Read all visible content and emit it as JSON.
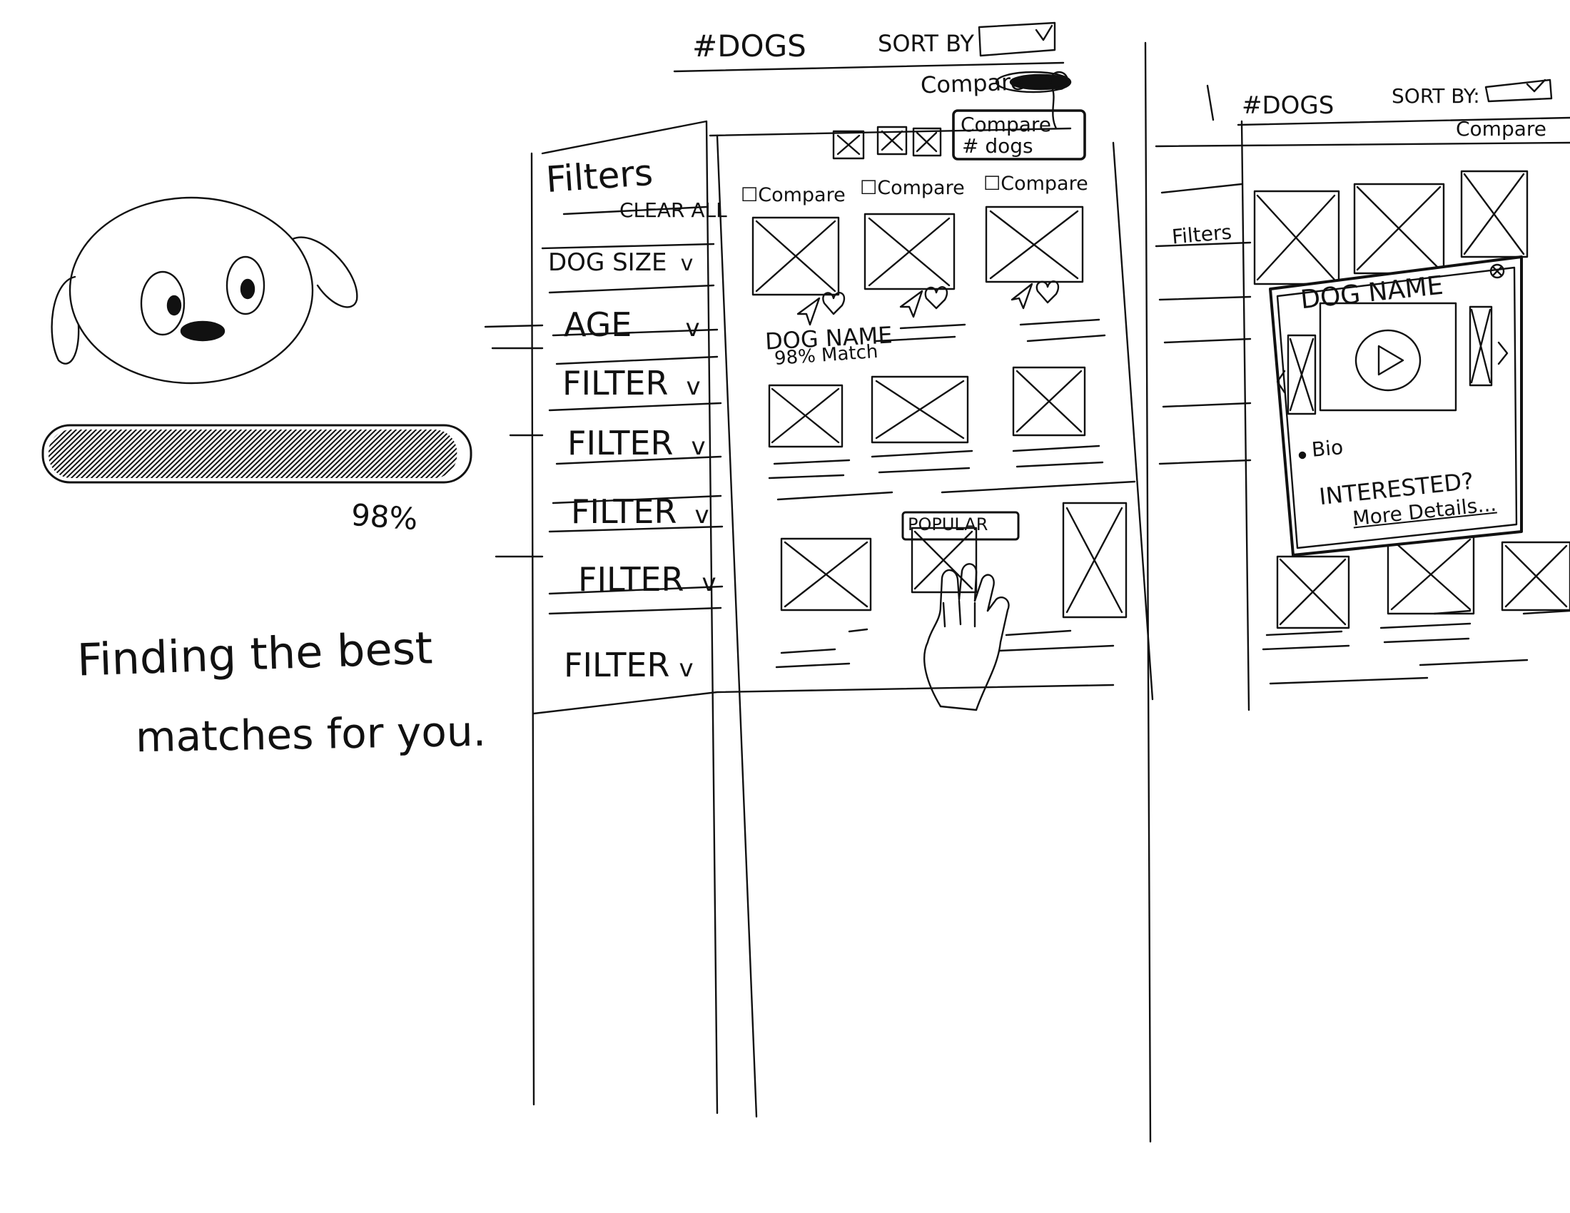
{
  "loading_screen": {
    "progress_label": "98%",
    "progress_value": 0.98,
    "message_line1": "Finding the best",
    "message_line2": "matches for you."
  },
  "results_screen": {
    "header_title": "#DOGS",
    "sort_label": "SORT BY",
    "sort_chevron": "v",
    "compare_toggle_label": "Compare",
    "compare_button_label_line1": "Compare",
    "compare_button_label_line2": "# dogs",
    "filters": {
      "title": "Filters",
      "clear_all": "CLEAR ALL",
      "items": [
        {
          "label": "DOG SIZE",
          "chevron": "v"
        },
        {
          "label": "AGE",
          "chevron": "v"
        },
        {
          "label": "FILTER",
          "chevron": "v"
        },
        {
          "label": "FILTER",
          "chevron": "v"
        },
        {
          "label": "FILTER",
          "chevron": "v"
        },
        {
          "label": "FILTER",
          "chevron": "v"
        },
        {
          "label": "FILTER",
          "chevron": "v"
        }
      ]
    },
    "card_compare_label": "Compare",
    "card_name": "DOG NAME",
    "card_match": "98% Match",
    "popular_badge": "POPULAR"
  },
  "detail_screen": {
    "header_title": "#DOGS",
    "sort_label": "SORT BY:",
    "sort_chevron": "v",
    "compare_label": "Compare",
    "filters_label": "Filters",
    "modal": {
      "title": "DOG NAME",
      "bio": "Bio",
      "interested": "INTERESTED?",
      "more_details": "More Details..."
    }
  },
  "colors": {
    "ink": "#111111",
    "paper": "#ffffff"
  },
  "icons": [
    "dog-face-icon",
    "image-placeholder-icon",
    "share-icon",
    "heart-icon",
    "play-icon",
    "close-icon",
    "hand-cursor-icon",
    "checkbox-icon"
  ]
}
